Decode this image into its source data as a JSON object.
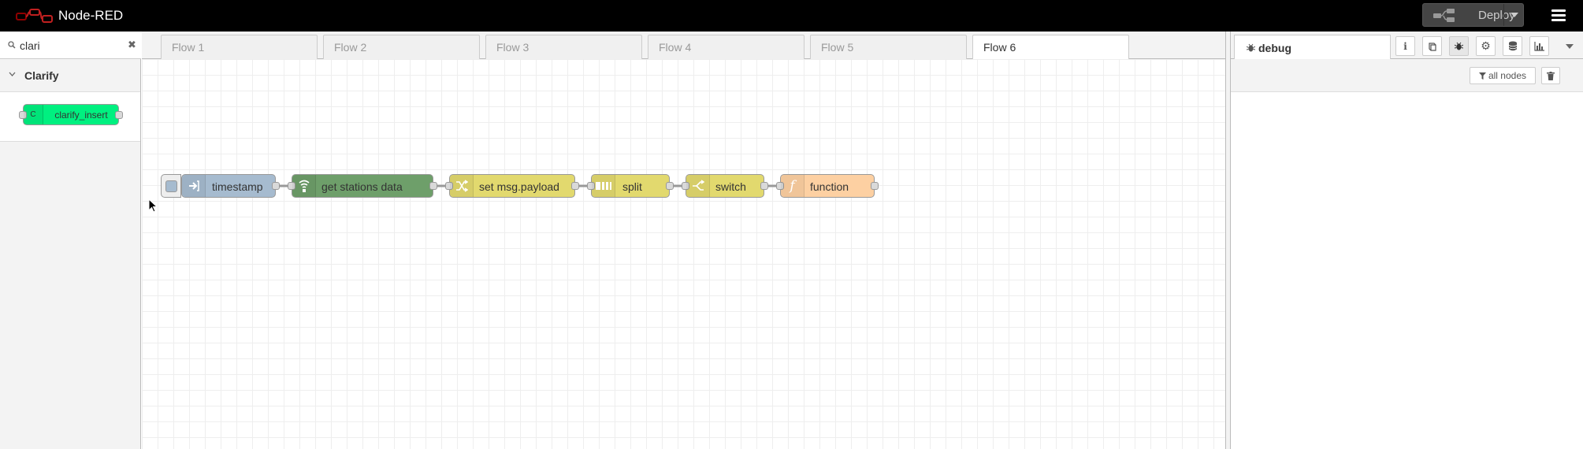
{
  "header": {
    "app_title": "Node-RED",
    "deploy_label": "Deploy"
  },
  "palette": {
    "search_value": "clari",
    "category": "Clarify",
    "nodes": [
      {
        "label": "clarify_insert",
        "icon_text": "C",
        "color": "#00f080"
      }
    ]
  },
  "tabs": [
    {
      "label": "Flow 1",
      "active": false
    },
    {
      "label": "Flow 2",
      "active": false
    },
    {
      "label": "Flow 3",
      "active": false
    },
    {
      "label": "Flow 4",
      "active": false
    },
    {
      "label": "Flow 5",
      "active": false
    },
    {
      "label": "Flow 6",
      "active": true
    }
  ],
  "flow": {
    "nodes": [
      {
        "label": "timestamp",
        "type": "inject",
        "icon": "arrow-in-icon",
        "color": "#a6bbcf"
      },
      {
        "label": "get stations data",
        "type": "http request",
        "icon": "wifi-icon",
        "color": "#6e9f6a"
      },
      {
        "label": "set msg.payload",
        "type": "change",
        "icon": "shuffle-icon",
        "color": "#e2d96e"
      },
      {
        "label": "split",
        "type": "split",
        "icon": "split-icon",
        "color": "#e2d96e"
      },
      {
        "label": "switch",
        "type": "switch",
        "icon": "switch-icon",
        "color": "#e2d96e"
      },
      {
        "label": "function",
        "type": "function",
        "icon": "function-icon",
        "color": "#fdd0a2"
      }
    ]
  },
  "sidebar": {
    "active_tab": "debug",
    "filter_label": "all nodes"
  }
}
